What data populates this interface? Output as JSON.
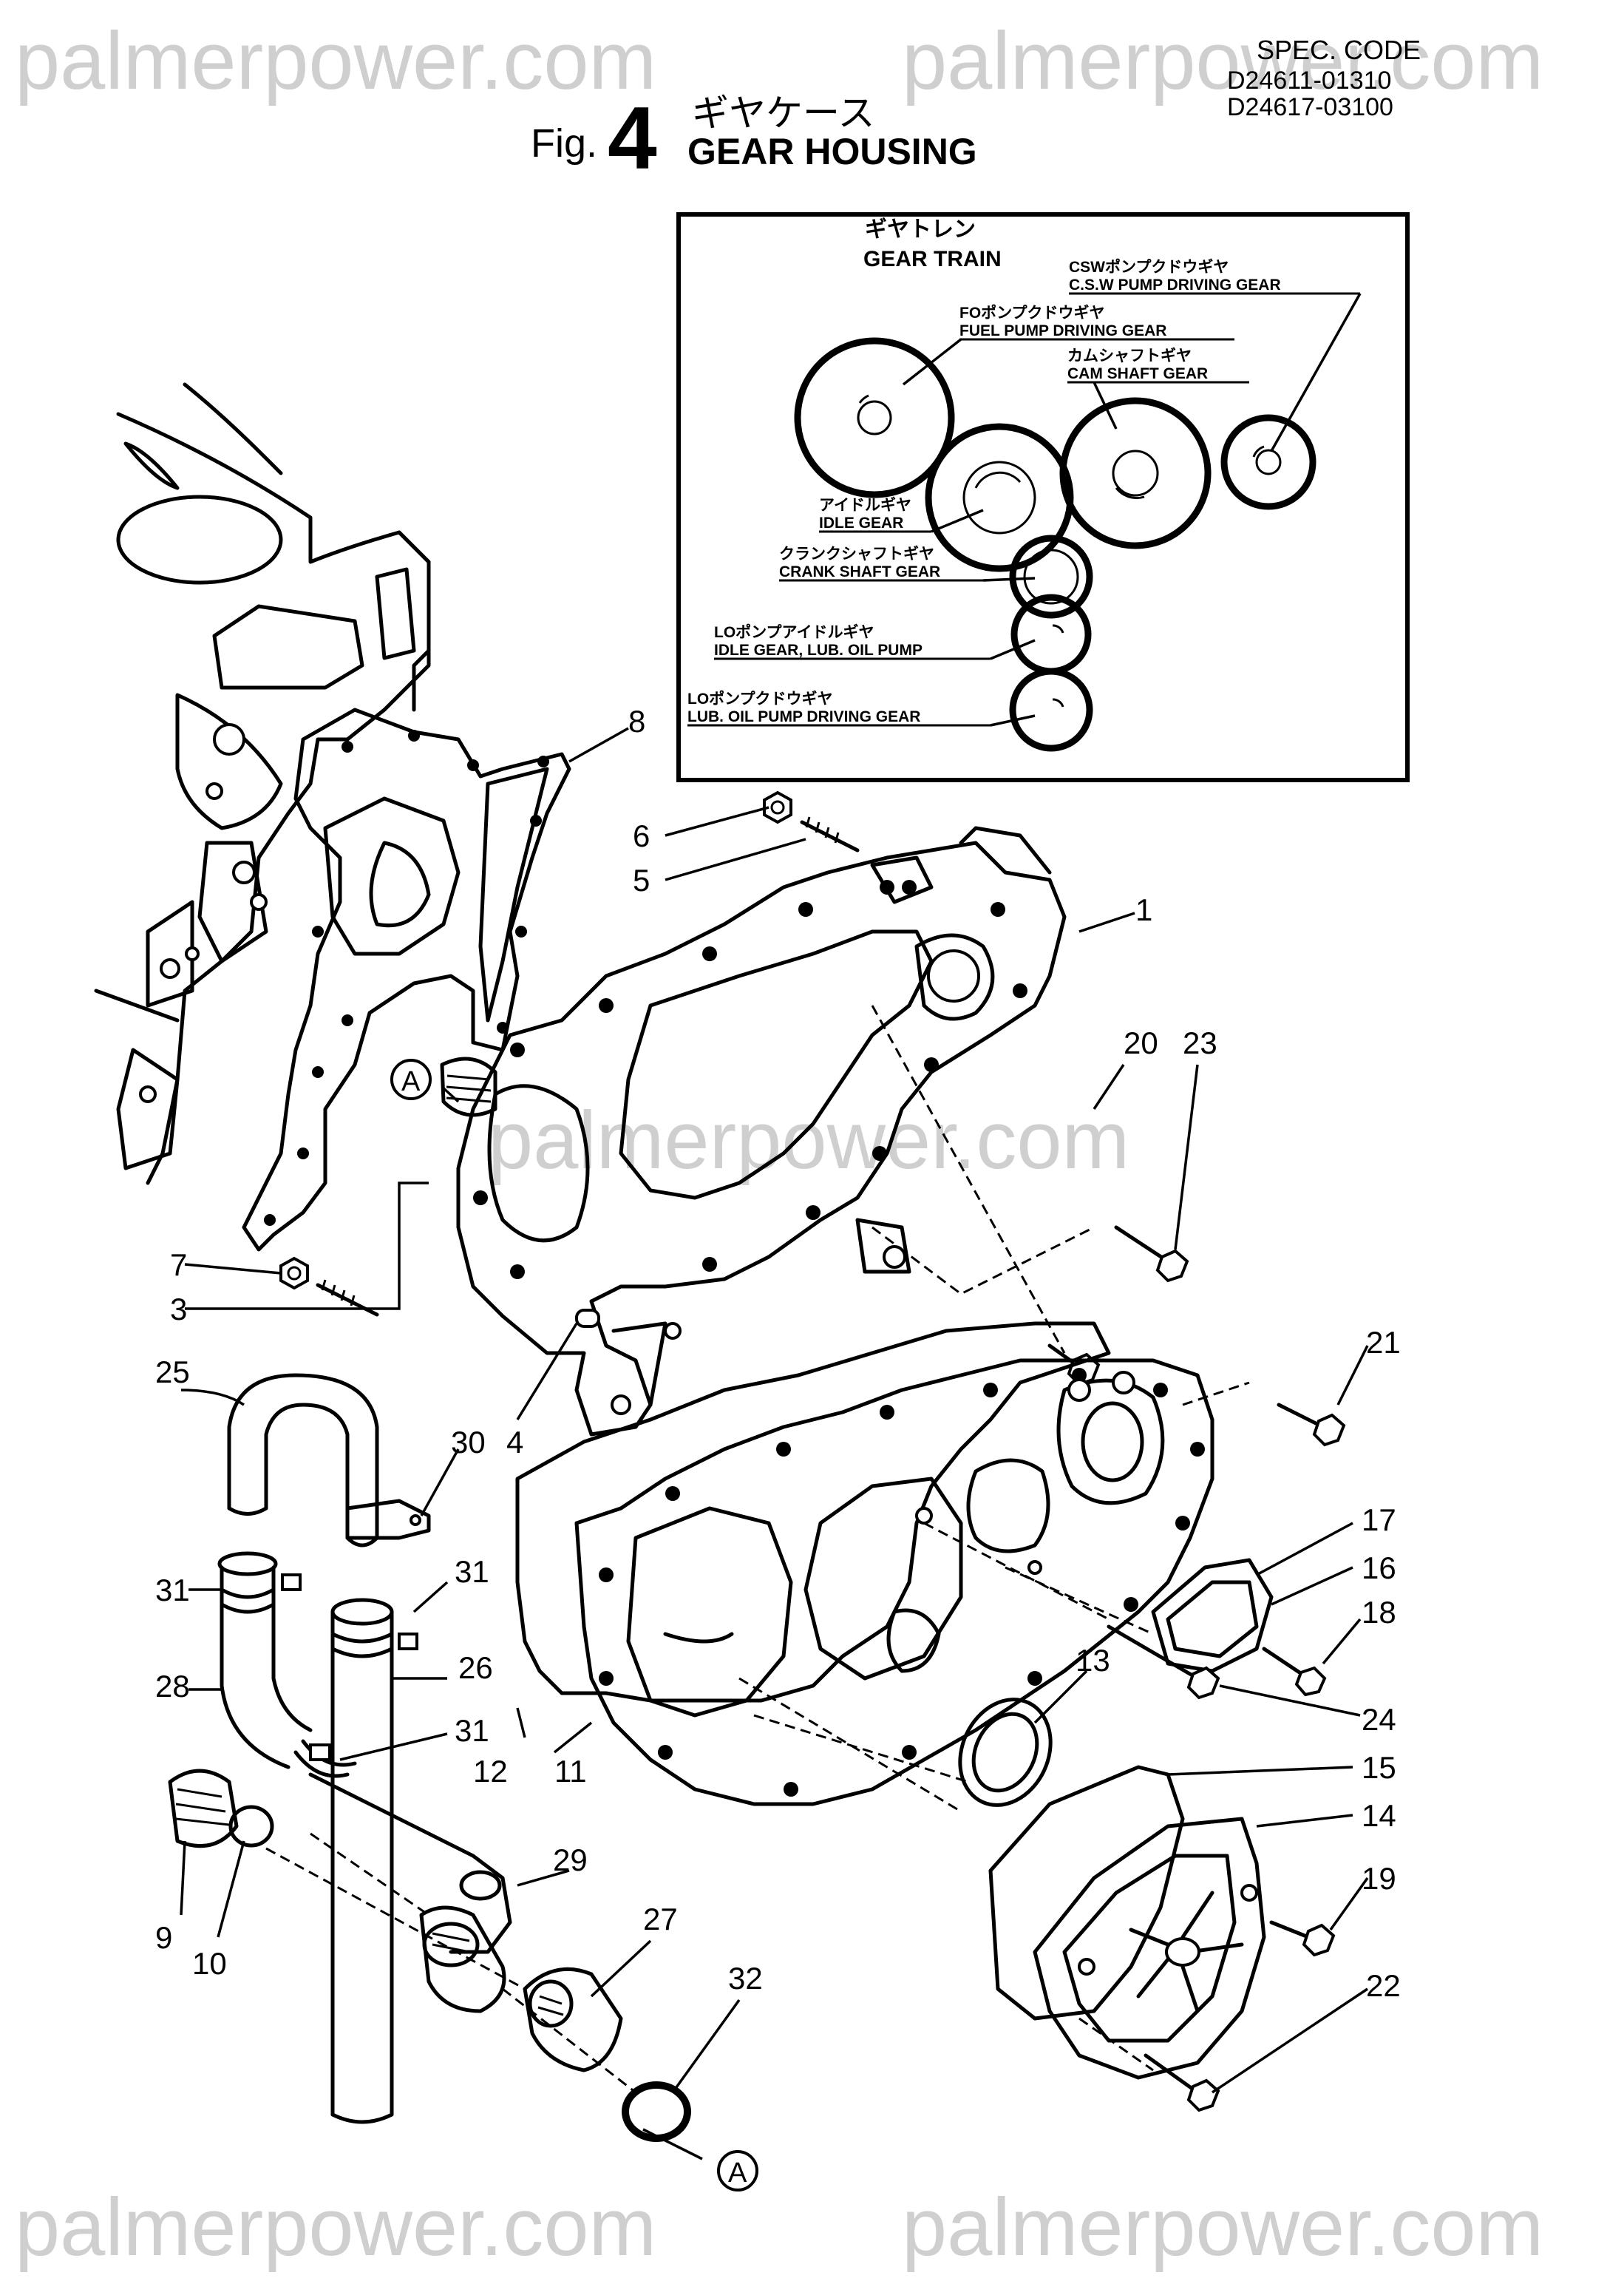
{
  "watermark": "palmerpower.com",
  "header": {
    "spec_label": "SPEC. CODE",
    "spec_codes": [
      "D24611-01310",
      "D24617-03100"
    ],
    "fig_prefix": "Fig.",
    "fig_number": "4",
    "title_jp": "ギヤケース",
    "title_en": "GEAR HOUSING"
  },
  "gear_train": {
    "title_jp": "ギヤトレン",
    "title_en": "GEAR TRAIN",
    "gears": [
      {
        "id": "csw",
        "jp": "CSWポンプクドウギヤ",
        "en": "C.S.W PUMP DRIVING GEAR"
      },
      {
        "id": "fuel",
        "jp": "FOポンプクドウギヤ",
        "en": "FUEL PUMP DRIVING GEAR"
      },
      {
        "id": "cam",
        "jp": "カムシャフトギヤ",
        "en": "CAM SHAFT GEAR"
      },
      {
        "id": "idle",
        "jp": "アイドルギヤ",
        "en": "IDLE GEAR"
      },
      {
        "id": "crank",
        "jp": "クランクシャフトギヤ",
        "en": "CRANK SHAFT GEAR"
      },
      {
        "id": "lo_idle",
        "jp": "LOポンプアイドルギヤ",
        "en": "IDLE GEAR, LUB. OIL PUMP"
      },
      {
        "id": "lo_drive",
        "jp": "LOポンプクドウギヤ",
        "en": "LUB. OIL PUMP DRIVING GEAR"
      }
    ]
  },
  "part_callouts": [
    "1",
    "3",
    "4",
    "5",
    "6",
    "7",
    "8",
    "9",
    "10",
    "11",
    "12",
    "13",
    "14",
    "15",
    "16",
    "17",
    "18",
    "19",
    "20",
    "21",
    "22",
    "23",
    "24",
    "25",
    "26",
    "27",
    "28",
    "29",
    "30",
    "31",
    "32"
  ],
  "reference_marks": [
    "A"
  ]
}
